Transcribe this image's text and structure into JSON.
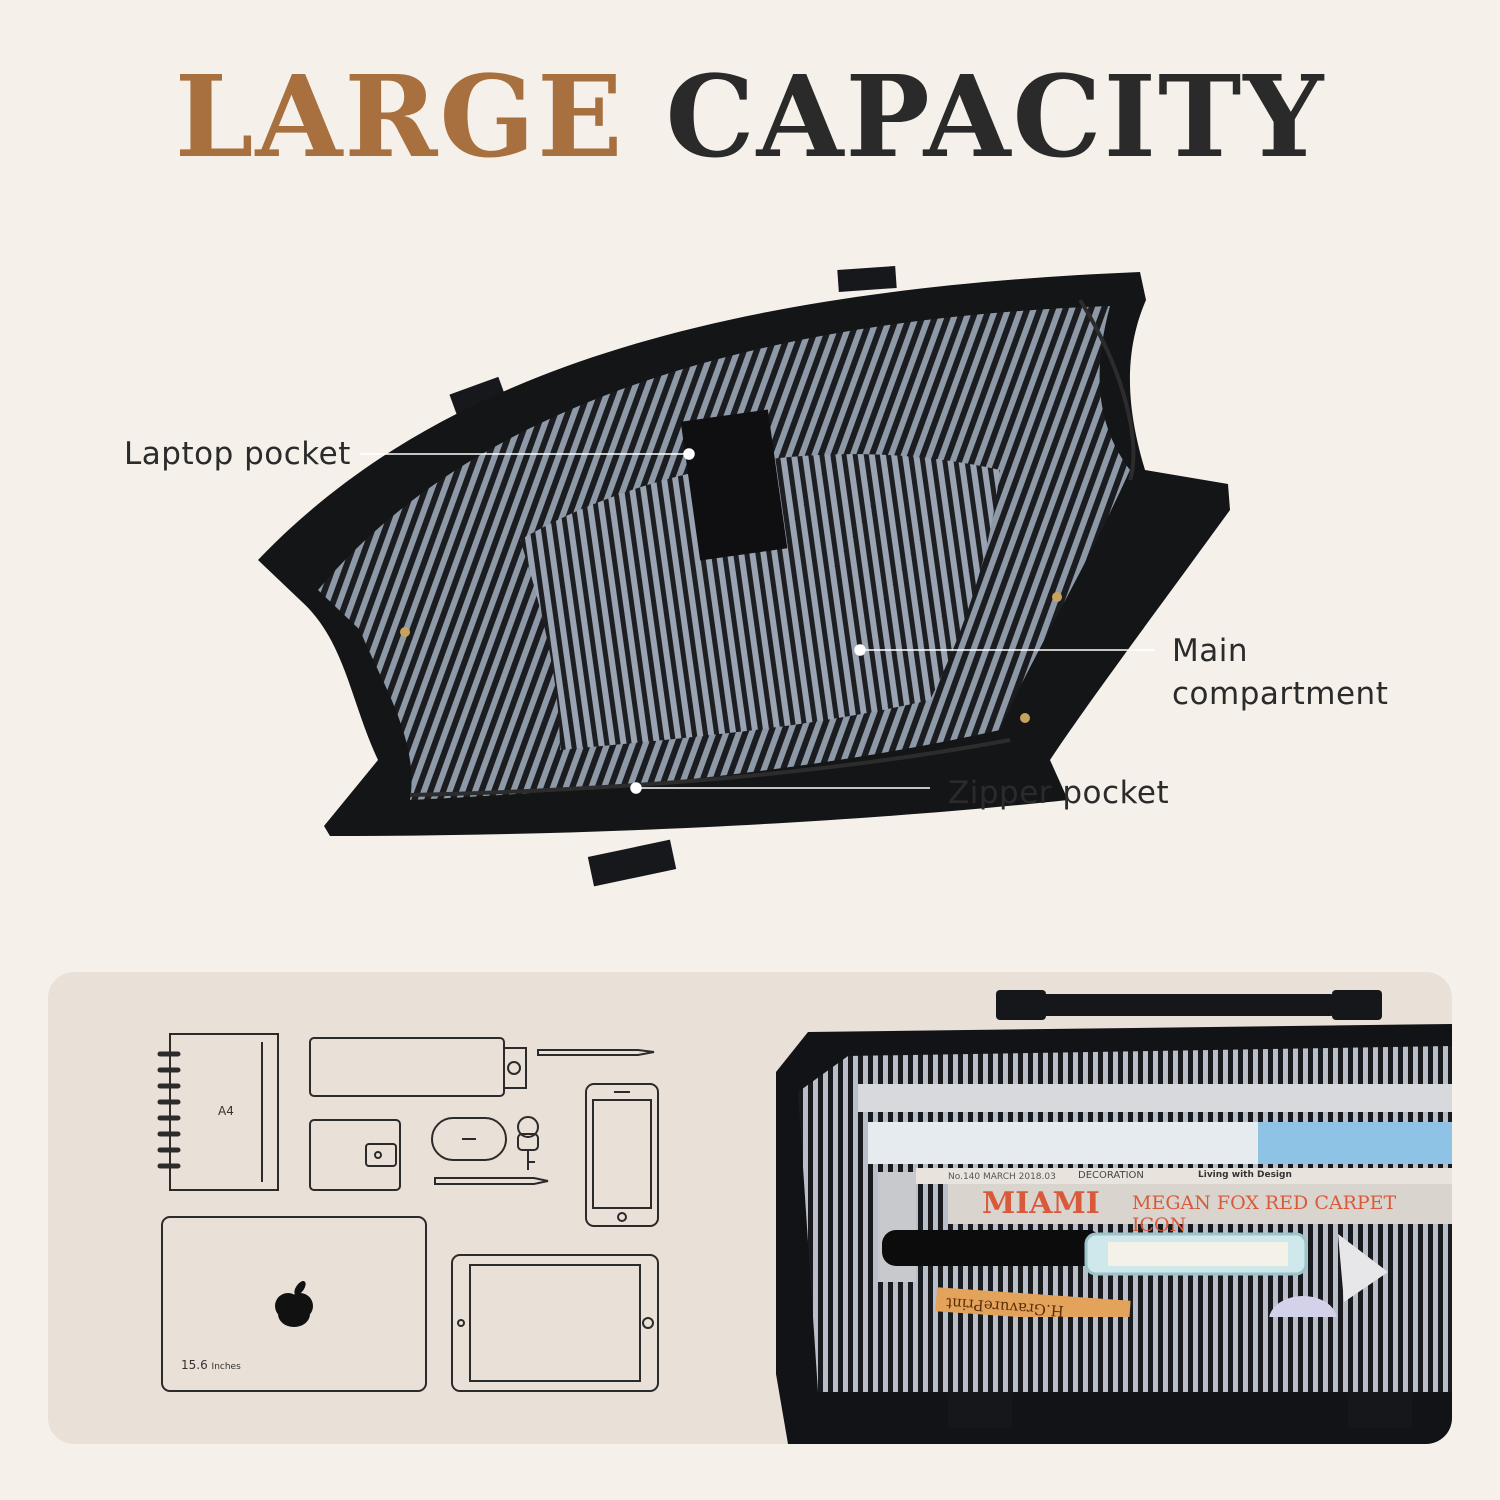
{
  "heading": {
    "word1": "LARGE",
    "word2": "CAPACITY",
    "colors": {
      "word1": "#a8703e",
      "word2": "#2a2a2a"
    }
  },
  "callouts": {
    "laptop_pocket": "Laptop pocket",
    "main_compartment_line1": "Main",
    "main_compartment_line2": "compartment",
    "zipper_pocket": "Zipper pocket"
  },
  "items_panel": {
    "notebook_label": "A4",
    "laptop_size": "15.6",
    "laptop_unit": "Inches",
    "icons": [
      "notebook-icon",
      "pencil-case-icon",
      "pen-icon",
      "phone-icon",
      "wallet-icon",
      "mouse-icon",
      "keys-icon",
      "pen-icon",
      "laptop-icon",
      "apple-logo-icon",
      "tablet-icon"
    ]
  },
  "photo_text": {
    "magazine_number": "No.140 MARCH 2018.03",
    "magazine_brand": "DECORATION",
    "magazine_tag": "Living with Design",
    "magazine_title": "MIAMI",
    "magazine_headline": "MEGAN FOX RED CARPET ICON",
    "pencil_text": "H.GravurePrint"
  },
  "colors": {
    "background": "#f5f0ea",
    "panel": "#e9e1d8",
    "bag": "#141517",
    "lining_stripe": "#8e99a8",
    "accent": "#a8703e"
  }
}
